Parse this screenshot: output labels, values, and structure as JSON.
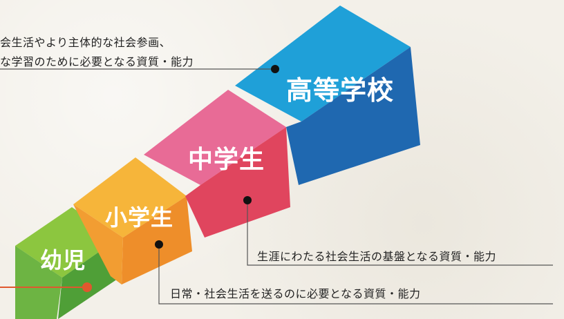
{
  "stages": {
    "kindergarten": {
      "label": "幼児"
    },
    "elementary": {
      "label": "小学生"
    },
    "junior_high": {
      "label": "中学生"
    },
    "high_school": {
      "label": "高等学校"
    }
  },
  "captions": {
    "high_school_line1": "会生活やより主体的な社会参画、",
    "high_school_line2": "な学習のために必要となる資質・能力",
    "junior_high": "生涯にわたる社会生活の基盤となる資質・能力",
    "elementary": "日常・社会生活を送るのに必要となる資質・能力"
  },
  "colors": {
    "kindergarten_top": "#8cc63f",
    "kindergarten_front": "#5aaa3a",
    "elementary_top": "#f6b53a",
    "elementary_front": "#ee8e2a",
    "junior_high_top": "#e86b96",
    "junior_high_front": "#e0455e",
    "high_school_top": "#1fa0d8",
    "high_school_front": "#1f68b0",
    "line_dark": "#555555",
    "line_orange": "#e0572e"
  }
}
